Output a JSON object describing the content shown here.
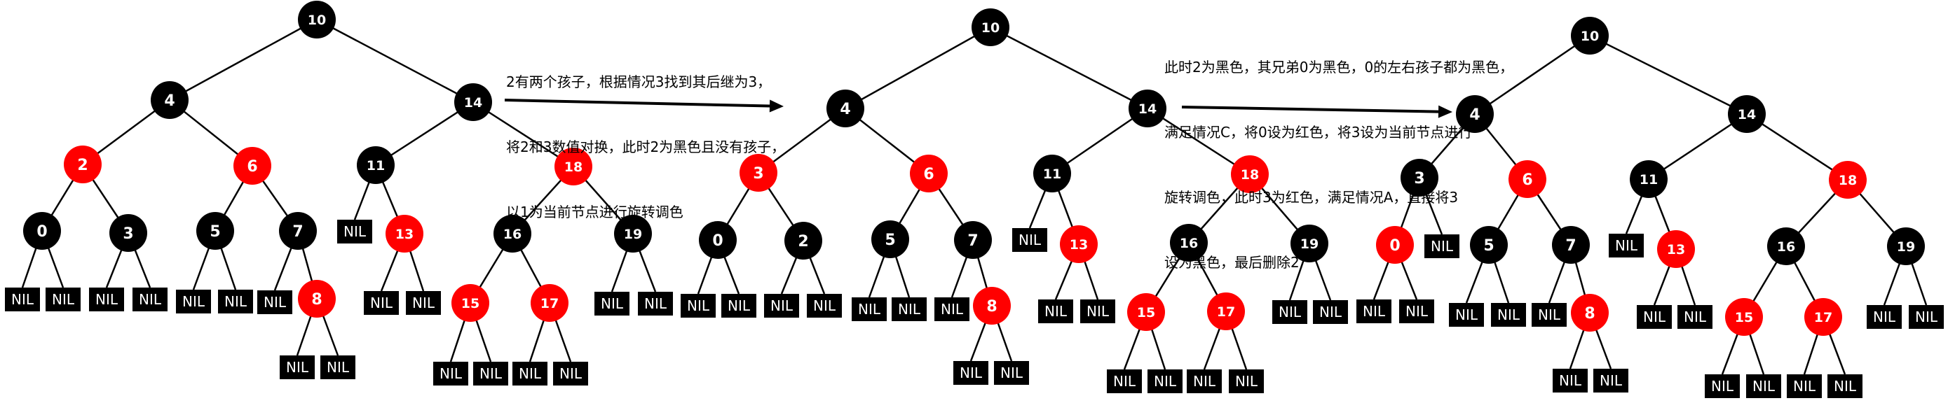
{
  "colors": {
    "black": "#000000",
    "red": "#ff0000",
    "node_text": "#ffffff",
    "edge": "#000000"
  },
  "nil_label": "NIL",
  "annotations": [
    {
      "id": "step1-note",
      "lines": [
        "2有两个孩子，根据情况3找到其后继为3，",
        "将2和3数值对换，此时2为黑色且没有孩子，",
        "以1为当前节点进行旋转调色"
      ]
    },
    {
      "id": "step2-note",
      "lines": [
        "此时2为黑色，其兄弟0为黑色，0的左右孩子都为黑色，",
        "满足情况C，将0设为红色，将3设为当前节点进行",
        "旋转调色，此时3为红色，满足情况A，直接将3",
        "设为黑色，最后删除2"
      ]
    }
  ],
  "trees": [
    {
      "id": "tree-1",
      "nodes": [
        {
          "id": "n10",
          "label": "10",
          "color": "black"
        },
        {
          "id": "n4",
          "label": "4",
          "color": "black"
        },
        {
          "id": "n14",
          "label": "14",
          "color": "black"
        },
        {
          "id": "n2",
          "label": "2",
          "color": "red"
        },
        {
          "id": "n6",
          "label": "6",
          "color": "red"
        },
        {
          "id": "n0",
          "label": "0",
          "color": "black"
        },
        {
          "id": "n3",
          "label": "3",
          "color": "black"
        },
        {
          "id": "n5",
          "label": "5",
          "color": "black"
        },
        {
          "id": "n7",
          "label": "7",
          "color": "black"
        },
        {
          "id": "n8",
          "label": "8",
          "color": "red"
        },
        {
          "id": "n11",
          "label": "11",
          "color": "black"
        },
        {
          "id": "n13",
          "label": "13",
          "color": "red"
        },
        {
          "id": "n18",
          "label": "18",
          "color": "red"
        },
        {
          "id": "n16",
          "label": "16",
          "color": "black"
        },
        {
          "id": "n19",
          "label": "19",
          "color": "black"
        },
        {
          "id": "n15",
          "label": "15",
          "color": "red"
        },
        {
          "id": "n17",
          "label": "17",
          "color": "red"
        }
      ]
    },
    {
      "id": "tree-2",
      "nodes": [
        {
          "id": "n10",
          "label": "10",
          "color": "black"
        },
        {
          "id": "n4",
          "label": "4",
          "color": "black"
        },
        {
          "id": "n14",
          "label": "14",
          "color": "black"
        },
        {
          "id": "n3",
          "label": "3",
          "color": "red"
        },
        {
          "id": "n6",
          "label": "6",
          "color": "red"
        },
        {
          "id": "n0",
          "label": "0",
          "color": "black"
        },
        {
          "id": "n2",
          "label": "2",
          "color": "black"
        },
        {
          "id": "n5",
          "label": "5",
          "color": "black"
        },
        {
          "id": "n7",
          "label": "7",
          "color": "black"
        },
        {
          "id": "n8",
          "label": "8",
          "color": "red"
        },
        {
          "id": "n11",
          "label": "11",
          "color": "black"
        },
        {
          "id": "n13",
          "label": "13",
          "color": "red"
        },
        {
          "id": "n18",
          "label": "18",
          "color": "red"
        },
        {
          "id": "n16",
          "label": "16",
          "color": "black"
        },
        {
          "id": "n19",
          "label": "19",
          "color": "black"
        },
        {
          "id": "n15",
          "label": "15",
          "color": "red"
        },
        {
          "id": "n17",
          "label": "17",
          "color": "red"
        }
      ]
    },
    {
      "id": "tree-3",
      "nodes": [
        {
          "id": "n10",
          "label": "10",
          "color": "black"
        },
        {
          "id": "n4",
          "label": "4",
          "color": "black"
        },
        {
          "id": "n14",
          "label": "14",
          "color": "black"
        },
        {
          "id": "n3",
          "label": "3",
          "color": "black"
        },
        {
          "id": "n6",
          "label": "6",
          "color": "red"
        },
        {
          "id": "n0",
          "label": "0",
          "color": "red"
        },
        {
          "id": "n5",
          "label": "5",
          "color": "black"
        },
        {
          "id": "n7",
          "label": "7",
          "color": "black"
        },
        {
          "id": "n8",
          "label": "8",
          "color": "red"
        },
        {
          "id": "n11",
          "label": "11",
          "color": "black"
        },
        {
          "id": "n13",
          "label": "13",
          "color": "red"
        },
        {
          "id": "n18",
          "label": "18",
          "color": "red"
        },
        {
          "id": "n16",
          "label": "16",
          "color": "black"
        },
        {
          "id": "n19",
          "label": "19",
          "color": "black"
        },
        {
          "id": "n15",
          "label": "15",
          "color": "red"
        },
        {
          "id": "n17",
          "label": "17",
          "color": "red"
        }
      ]
    }
  ]
}
